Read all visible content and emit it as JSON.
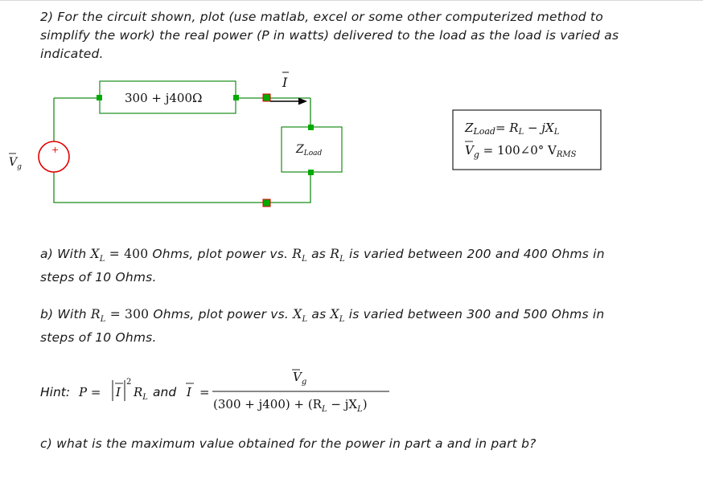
{
  "problem": {
    "line1": "2) For the circuit shown, plot (use matlab, excel or some other computerized method to",
    "line2": "simplify the work) the real power (P in watts) delivered to the load as the load is varied as",
    "line3": "indicated."
  },
  "circuit": {
    "impedance_label": "300 + j400Ω",
    "current_label": "I",
    "load_label_main": "Z",
    "load_label_sub": "Load",
    "source_label_main": "V",
    "source_label_sub": "g",
    "plus_sign": "+"
  },
  "given_box": {
    "eq1_lhs": "Z",
    "eq1_lhs_sub": "Load",
    "eq1_rhs": "= R",
    "eq1_rhs_sub1": "L",
    "eq1_mid": " − jX",
    "eq1_rhs_sub2": "L",
    "eq2_lhs": "V",
    "eq2_lhs_sub": "g",
    "eq2_rhs": " = 100∠0° V",
    "eq2_rhs_sub": "RMS"
  },
  "part_a": {
    "line1_pre": "a) With ",
    "xl": "X",
    "xl_sub": "L",
    "xl_val": " = 400",
    "line1_mid": " Ohms, plot power vs. ",
    "rl": "R",
    "rl_sub": "L",
    "line1_as": " as ",
    "rl2": "R",
    "rl2_sub": "L",
    "line1_post": " is varied between 200 and 400 Ohms in",
    "line2": "steps of 10 Ohms."
  },
  "part_b": {
    "line1_pre": "b) With ",
    "rl": "R",
    "rl_sub": "L",
    "rl_val": " = 300",
    "line1_mid": " Ohms, plot power vs. ",
    "xl": "X",
    "xl_sub": "L",
    "line1_as": " as ",
    "xl2": "X",
    "xl2_sub": "L",
    "line1_post": " is varied between 300 and 500 Ohms in",
    "line2": "steps of 10 Ohms."
  },
  "hint": {
    "prefix": "Hint:",
    "p_eq": "P =",
    "i_sym": "I",
    "sq": "2",
    "r": "R",
    "r_sub": "L",
    "and": "and",
    "i2": "I",
    "eq": "=",
    "num": "V",
    "num_sub": "g",
    "den_a": "(300 + j400) + (R",
    "den_sub1": "L",
    "den_b": " − jX",
    "den_sub2": "L",
    "den_c": ")"
  },
  "part_c": {
    "text": "c) what is the maximum value obtained for the power in part a and in part b?"
  },
  "colors": {
    "wire": "#1a8c1a",
    "node": "#00aa00",
    "source": "#e00000",
    "arrow": "#000000"
  }
}
